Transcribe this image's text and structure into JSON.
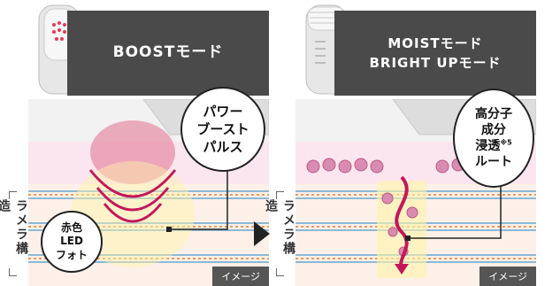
{
  "panels": {
    "left": {
      "mode_label": "BOOSTモード",
      "callout_main": [
        "パワー",
        "ブースト",
        "パルス"
      ],
      "callout_led": [
        "赤色",
        "LED",
        "フォト"
      ],
      "image_tag": "イメージ"
    },
    "right": {
      "mode_label_1": "MOISTモード",
      "mode_label_2": "BRIGHT UPモード",
      "callout_lines": [
        "高分子",
        "成分",
        "浸透",
        "ルート"
      ],
      "footnote_mark": "※5",
      "image_tag": "イメージ"
    }
  },
  "side_label": "ラメラ構造",
  "colors": {
    "banner": "#4a4a4a",
    "accent_pink": "#c2185b",
    "skin": "#fbe6ef",
    "lamella_blue": "#8ab9d8",
    "lamella_orange": "#e99a5b",
    "glow_yellow": "#fff4a8"
  },
  "icons": [
    "beauty-device-icon",
    "arrow-right-icon"
  ]
}
